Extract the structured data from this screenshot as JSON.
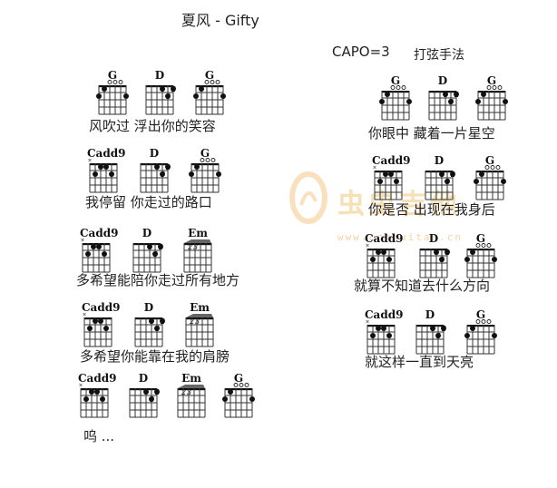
{
  "header": {
    "title": "夏风 - Gifty",
    "capo": "CAPO=3",
    "technique": "打弦手法"
  },
  "watermark": {
    "brand": "虫虫吉他",
    "url": "www.cchguitar.cn"
  },
  "left": {
    "rows": [
      {
        "chords": [
          "G",
          "D",
          "G"
        ],
        "lyric": "风吹过 浮出你的笑容"
      },
      {
        "chords": [
          "Cadd9",
          "D",
          "G"
        ],
        "lyric": "我停留 你走过的路口"
      },
      {
        "chords": [
          "Cadd9",
          "D",
          "Em"
        ],
        "lyric": "多希望能陪你走过所有地方"
      },
      {
        "chords": [
          "Cadd9",
          "D",
          "Em"
        ],
        "lyric": "多希望你能靠在我的肩膀"
      },
      {
        "chords": [
          "Cadd9",
          "D",
          "Em",
          "G"
        ],
        "lyric": "呜 ..."
      }
    ]
  },
  "right": {
    "rows": [
      {
        "chords": [
          "G",
          "D",
          "G"
        ],
        "lyric": "你眼中 藏着一片星空"
      },
      {
        "chords": [
          "Cadd9",
          "D",
          "G"
        ],
        "lyric": "你是否 出现在我身后"
      },
      {
        "chords": [
          "Cadd9",
          "D",
          "G"
        ],
        "lyric": "就算不知道去什么方向"
      },
      {
        "chords": [
          "Cadd9",
          "D",
          "G"
        ],
        "lyric": "就这样一直到天亮"
      }
    ]
  }
}
